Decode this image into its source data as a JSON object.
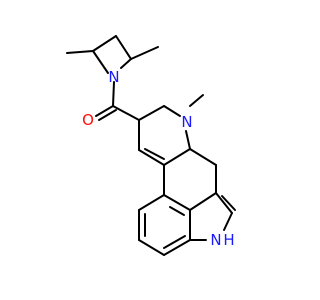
{
  "molecule": {
    "atoms": {
      "azetidine_n": {
        "label": "N",
        "color": "#1a1aff"
      },
      "carbonyl_o": {
        "label": "O",
        "color": "#ff0d0d"
      },
      "ring_n": {
        "label": "N",
        "color": "#1a1aff"
      },
      "indole_nh": {
        "label": "N",
        "suffix": "H",
        "color": "#1a1aff"
      }
    },
    "bond_color": "#000000"
  }
}
